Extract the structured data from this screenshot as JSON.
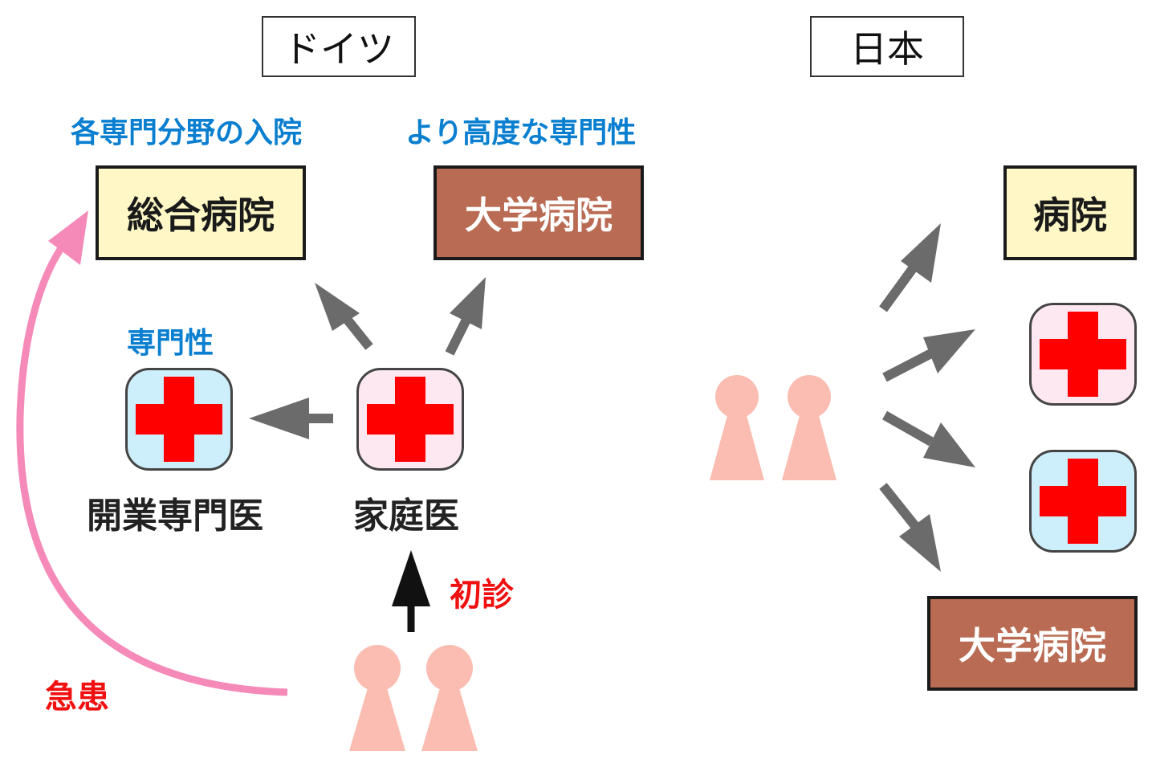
{
  "germany": {
    "title": "ドイツ",
    "label_general": "各専門分野の入院",
    "label_university": "より高度な専門性",
    "general_hospital": "総合病院",
    "university_hospital": "大学病院",
    "label_specialty": "専門性",
    "specialist": "開業専門医",
    "family_doctor": "家庭医",
    "first_visit": "初診",
    "emergency": "急患"
  },
  "japan": {
    "title": "日本",
    "hospital": "病院",
    "university_hospital": "大学病院"
  },
  "colors": {
    "blue_text": "#0a7fd0",
    "red_text": "#f01010",
    "general_hospital_fill": "#fff8c6",
    "university_hospital_fill": "#b96c53",
    "clinic_pink": "#fde8f1",
    "clinic_blue": "#cdeefb",
    "cross_red": "#ff0000",
    "arrow_gray": "#6b6b6b",
    "emergency_arrow_pink": "#f58ab8",
    "person_pink": "#fbbdb2"
  }
}
